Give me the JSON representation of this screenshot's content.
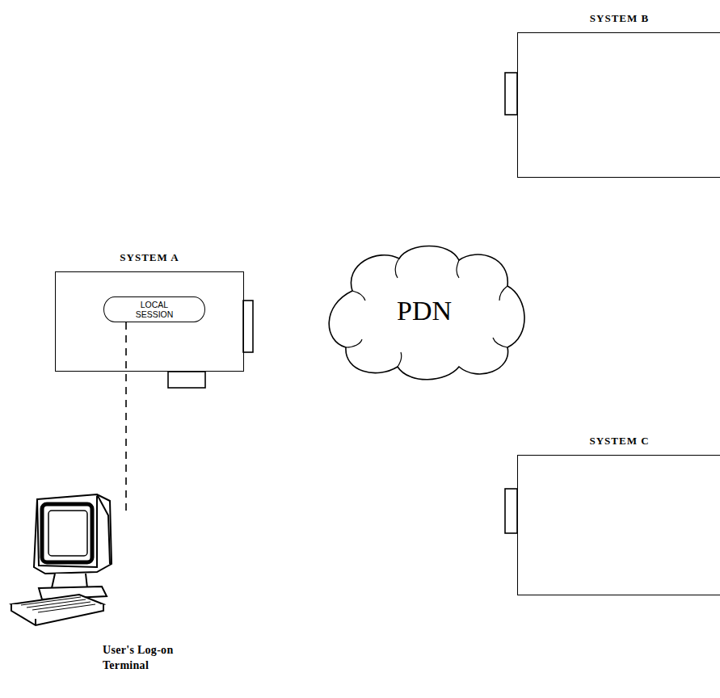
{
  "diagram": {
    "nodes": [
      {
        "text": [
          "SYSTEM B"
        ]
      },
      {
        "text": [
          "SYSTEM A"
        ]
      },
      {
        "text": [
          "LOCAL SESSION"
        ],
        "in": 1
      },
      {
        "text": [
          "PDN"
        ]
      },
      {
        "text": [
          "SYSTEM C"
        ]
      },
      {
        "text": [
          "User's Log-on Terminal"
        ]
      }
    ],
    "edges": [
      {
        "from": 2,
        "to": 5,
        "arrow": "none"
      }
    ]
  }
}
